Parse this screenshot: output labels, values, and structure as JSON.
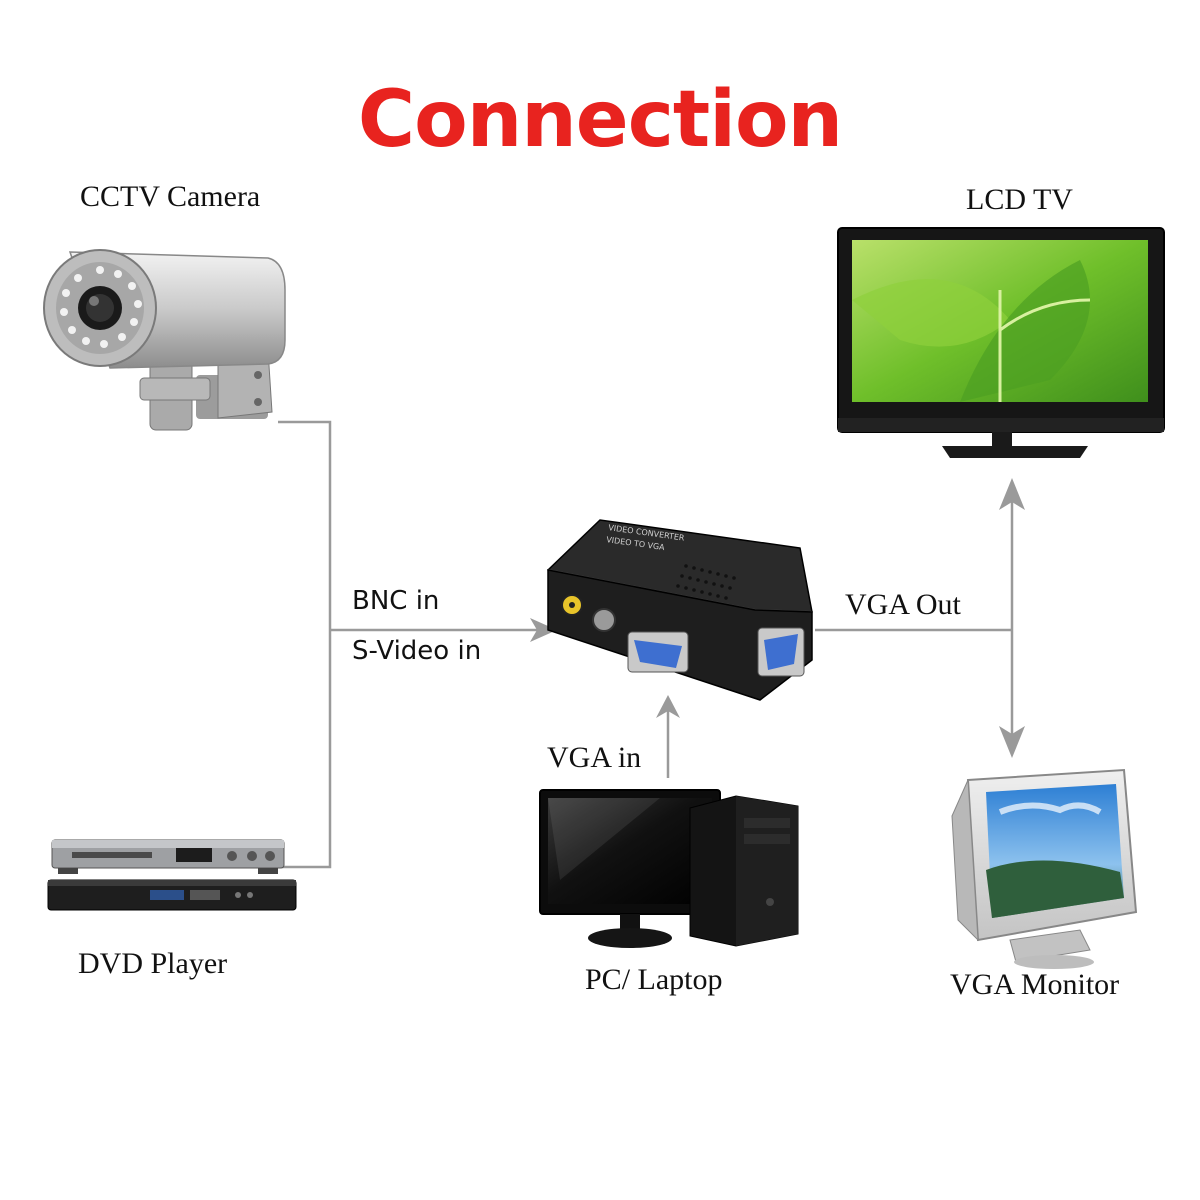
{
  "title": {
    "text": "Connection",
    "color": "#e8231f"
  },
  "devices": {
    "cctv": "CCTV Camera",
    "dvd": "DVD Player",
    "lcd": "LCD TV",
    "pc": "PC/ Laptop",
    "monitor": "VGA Monitor"
  },
  "converter": {
    "line1": "VIDEO CONVERTER",
    "line2": "VIDEO TO VGA"
  },
  "ports": {
    "bnc_in": "BNC in",
    "svideo_in": "S-Video in",
    "vga_out": "VGA Out",
    "vga_in": "VGA in"
  },
  "icons": [
    "cctv-camera-icon",
    "dvd-player-icon",
    "lcd-tv-icon",
    "video-converter-icon",
    "pc-icon",
    "crt-monitor-icon"
  ],
  "colors": {
    "line": "#9a9a9a",
    "screen_green": "#6fbf2a",
    "device_dark": "#1e1e1e"
  }
}
